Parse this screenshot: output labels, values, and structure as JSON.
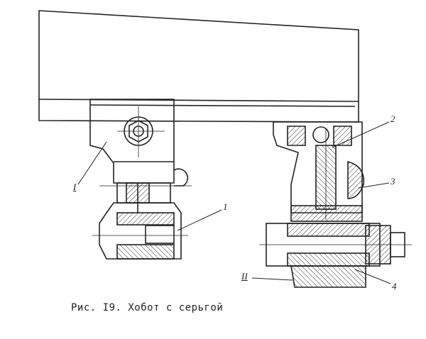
{
  "figure": {
    "caption": "Рис. I9. Хобот с серьгой",
    "labels": {
      "part_1": "1",
      "part_2": "2",
      "part_3": "3",
      "part_4": "4",
      "assembly_I": "I",
      "assembly_II": "II"
    },
    "ink_color": "#222222"
  }
}
